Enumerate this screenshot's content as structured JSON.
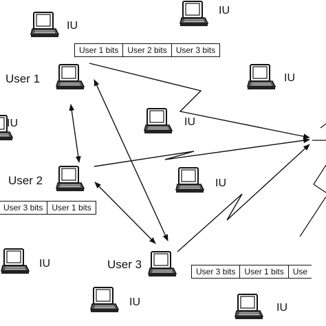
{
  "users": [
    {
      "id": "user1",
      "label": "User 1"
    },
    {
      "id": "user2",
      "label": "User 2"
    },
    {
      "id": "user3",
      "label": "User 3"
    }
  ],
  "iu_label": "IU",
  "bit_sequences": {
    "top": [
      "User 1 bits",
      "User 2 bits",
      "User  3 bits"
    ],
    "left": [
      "User 3 bits",
      "User  1 bits"
    ],
    "bottom": [
      "User 3 bits",
      "User 1 bits",
      "Use"
    ]
  },
  "colors": {
    "ink": "#111111",
    "screen": "#ffffff",
    "body": "#ffffff"
  }
}
